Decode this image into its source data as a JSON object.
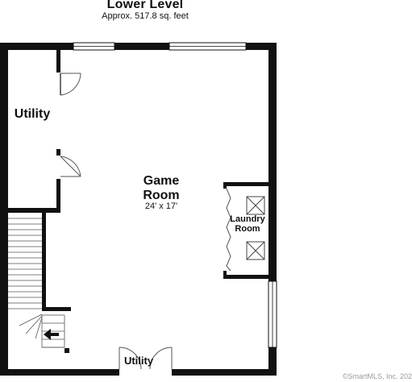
{
  "header": {
    "title": "Lower Level",
    "subtitle": "Approx. 517.8 sq. feet"
  },
  "rooms": {
    "game_room": {
      "name_line1": "Game",
      "name_line2": "Room",
      "dimensions": "24' x 17'"
    },
    "utility_top": {
      "name": "Utility"
    },
    "laundry": {
      "name_line1": "Laundry",
      "name_line2": "Room"
    },
    "utility_bottom": {
      "name": "Utility"
    }
  },
  "footer": {
    "credit": "©SmartMLS, Inc. 202"
  },
  "colors": {
    "wall": "#111111",
    "window": "#ffffff",
    "background": "#ffffff"
  }
}
